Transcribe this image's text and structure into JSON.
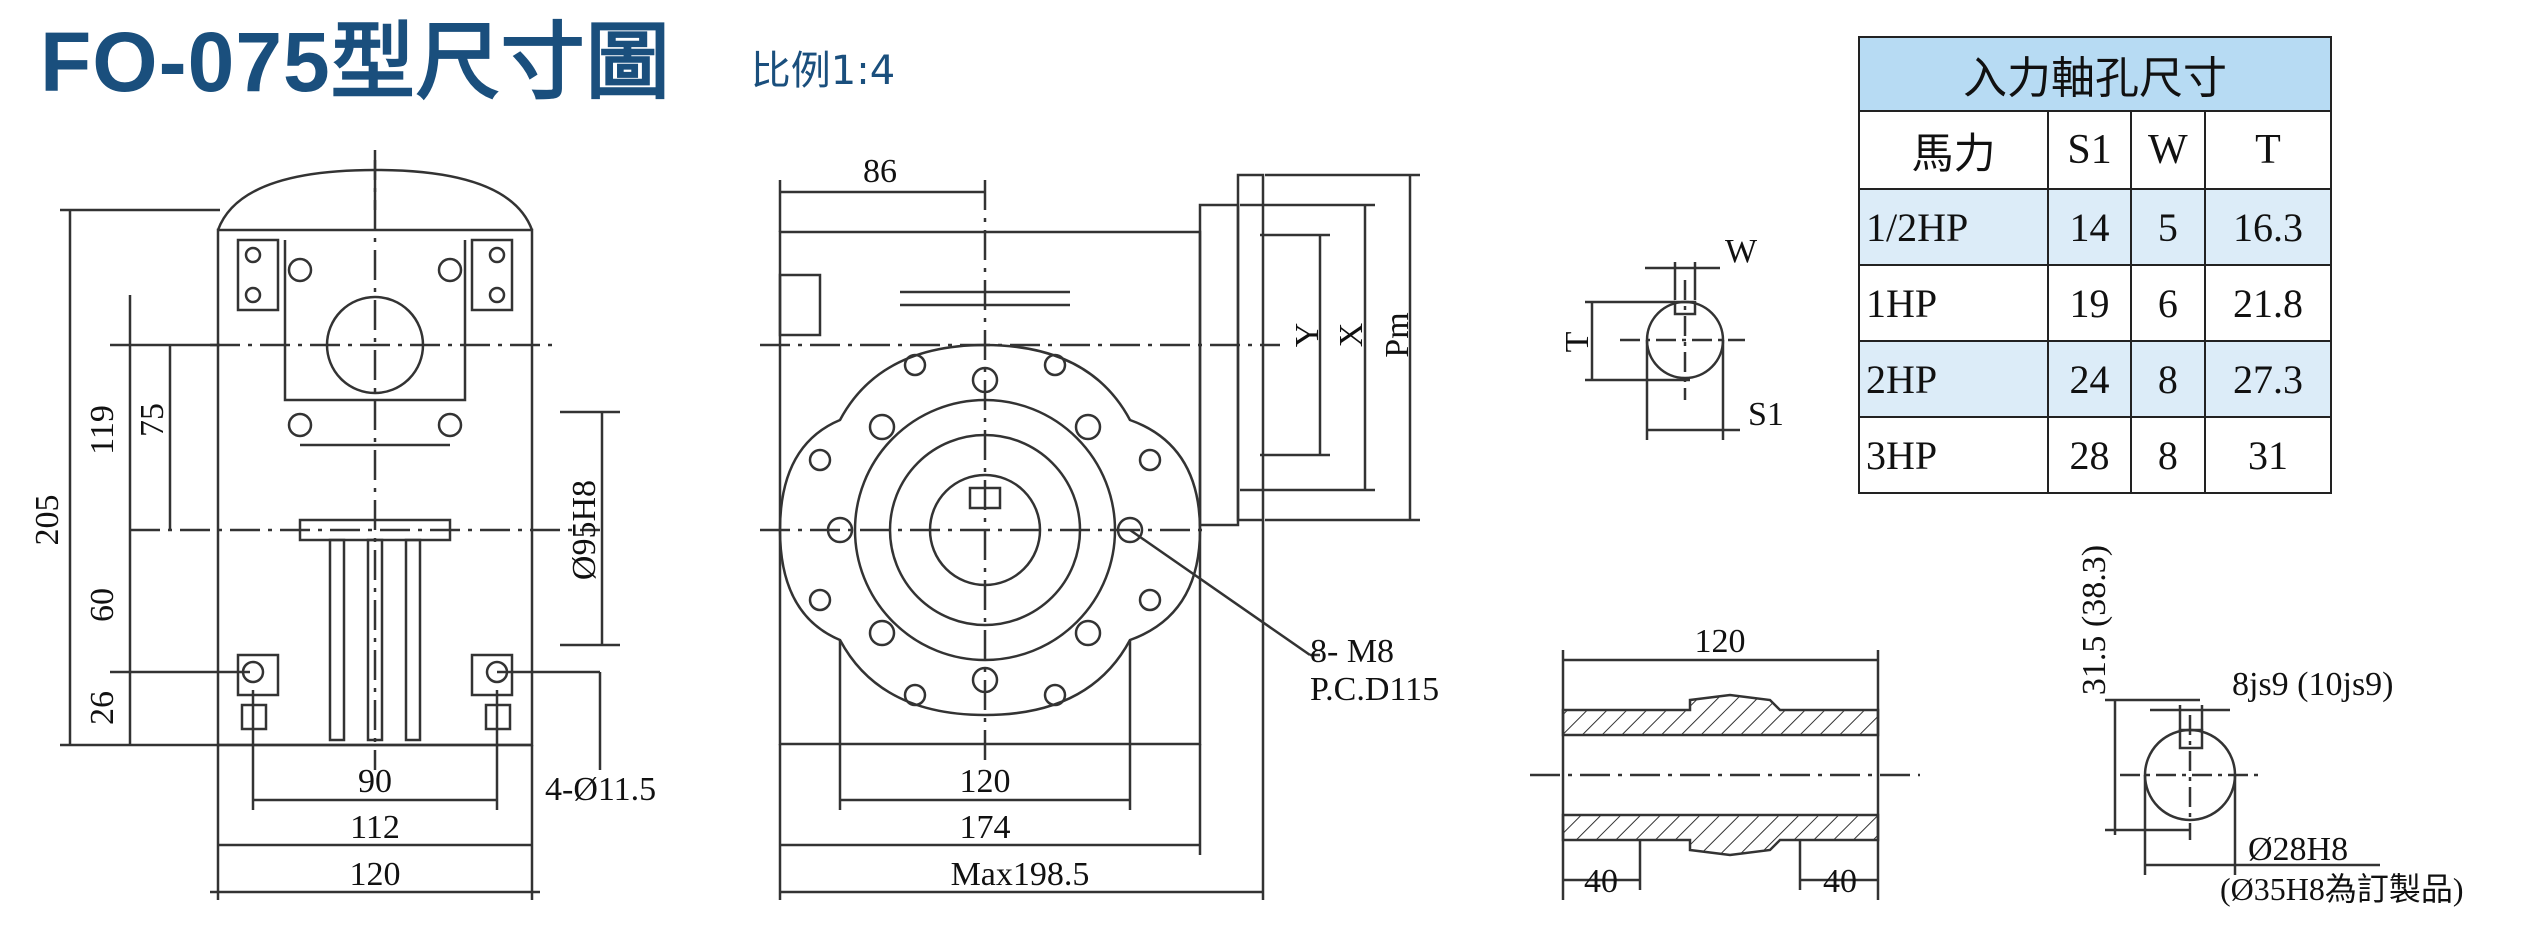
{
  "title": "FO-075型尺寸圖",
  "scale": "比例1:4",
  "table": {
    "caption": "入力軸孔尺寸",
    "headers": [
      "馬力",
      "S1",
      "W",
      "T"
    ],
    "rows": [
      [
        "1/2HP",
        "14",
        "5",
        "16.3"
      ],
      [
        "1HP",
        "19",
        "6",
        "21.8"
      ],
      [
        "2HP",
        "24",
        "8",
        "27.3"
      ],
      [
        "3HP",
        "28",
        "8",
        "31"
      ]
    ]
  },
  "front_view": {
    "dim_205": "205",
    "dim_119": "119",
    "dim_75": "75",
    "dim_60": "60",
    "dim_26": "26",
    "dim_90": "90",
    "dim_112": "112",
    "dim_120": "120",
    "dim_95": "Ø95H8",
    "dim_hole": "4-Ø11.5"
  },
  "side_view": {
    "dim_86": "86",
    "dim_120": "120",
    "dim_174": "174",
    "dim_max": "Max198.5",
    "bolt": "8- M8",
    "pcd": "P.C.D115",
    "Y": "Y",
    "X": "X",
    "Pm": "Pm"
  },
  "key_view": {
    "W": "W",
    "T": "T",
    "S1": "S1"
  },
  "shaft_view": {
    "len": "120",
    "left": "40",
    "right": "40"
  },
  "output_key": {
    "height": "31.5 (38.3)",
    "key": "8js9 (10js9)",
    "bore": "Ø28H8",
    "custom": "(Ø35H8為訂製品)"
  }
}
